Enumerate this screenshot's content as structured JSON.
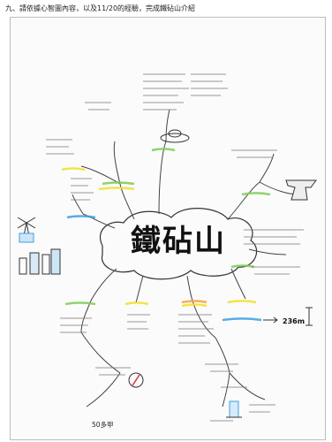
{
  "header": {
    "text": "九、請依據心智圖內容，以及11/20的經驗，完成鐵砧山介紹"
  },
  "map": {
    "title": "鐵砧山",
    "height_label": "236m",
    "bottom_label": "50多甲",
    "colors": {
      "ink": "#333333",
      "highlight_yellow": "#f3df2c",
      "highlight_green": "#7ccd58",
      "highlight_blue": "#3aa0e0",
      "highlight_orange": "#f2a33a"
    }
  }
}
